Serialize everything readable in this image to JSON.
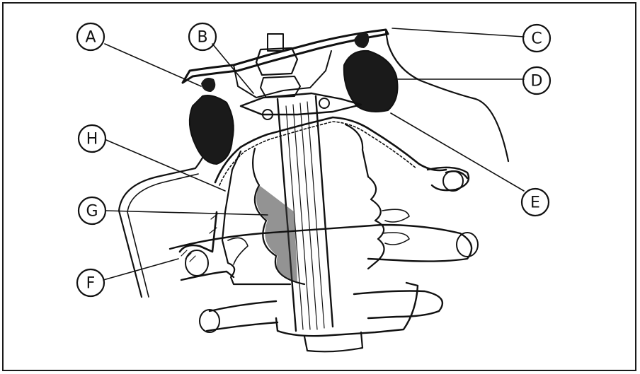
{
  "callouts": [
    {
      "id": "A",
      "label": "A"
    },
    {
      "id": "B",
      "label": "B"
    },
    {
      "id": "C",
      "label": "C"
    },
    {
      "id": "D",
      "label": "D"
    },
    {
      "id": "E",
      "label": "E"
    },
    {
      "id": "F",
      "label": "F"
    },
    {
      "id": "G",
      "label": "G"
    },
    {
      "id": "H",
      "label": "H"
    }
  ],
  "colors": {
    "ink": "#111111",
    "paper": "#ffffff"
  }
}
